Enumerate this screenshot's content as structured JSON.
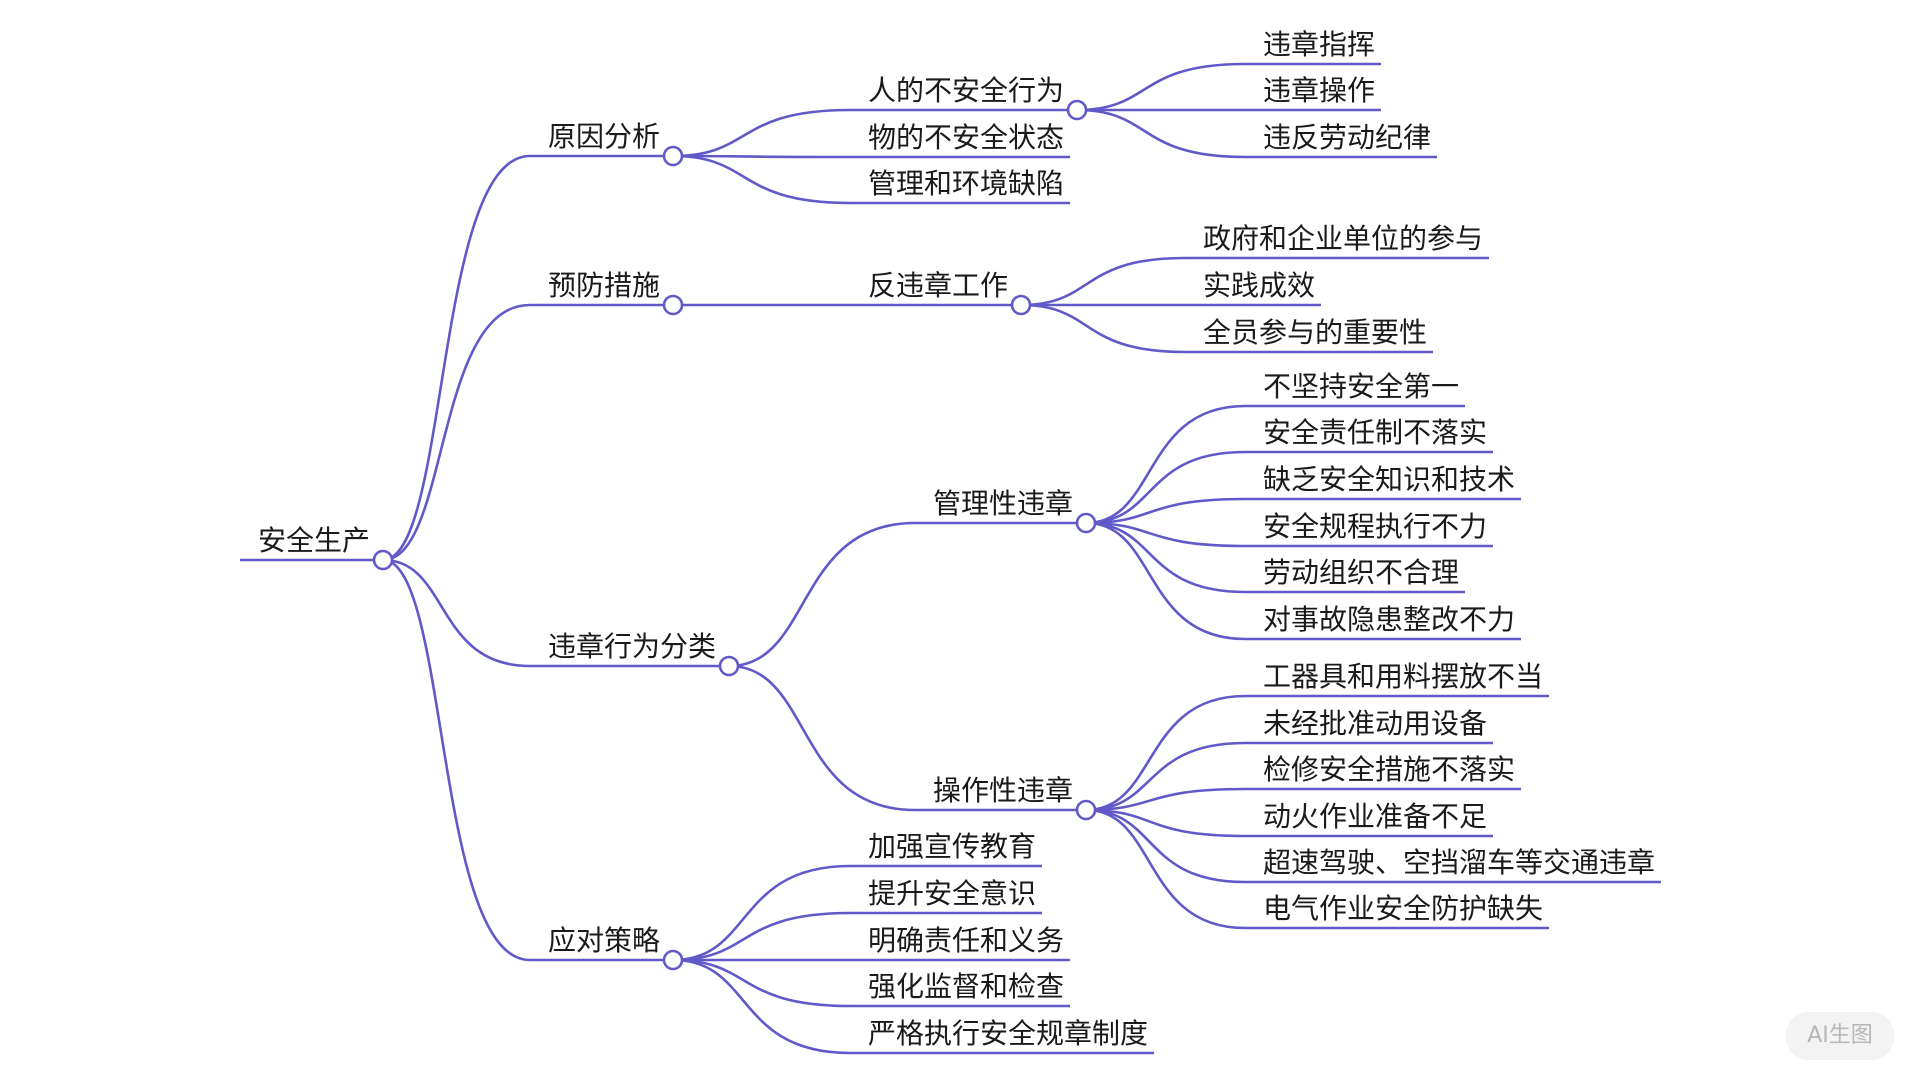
{
  "mindmap": {
    "root": {
      "label": "安全生产",
      "children": [
        {
          "label": "原因分析",
          "children": [
            {
              "label": "人的不安全行为",
              "children": [
                {
                  "label": "违章指挥"
                },
                {
                  "label": "违章操作"
                },
                {
                  "label": "违反劳动纪律"
                }
              ]
            },
            {
              "label": "物的不安全状态"
            },
            {
              "label": "管理和环境缺陷"
            }
          ]
        },
        {
          "label": "预防措施",
          "children": [
            {
              "label": "反违章工作",
              "children": [
                {
                  "label": "政府和企业单位的参与"
                },
                {
                  "label": "实践成效"
                },
                {
                  "label": "全员参与的重要性"
                }
              ]
            }
          ]
        },
        {
          "label": "违章行为分类",
          "children": [
            {
              "label": "管理性违章",
              "children": [
                {
                  "label": "不坚持安全第一"
                },
                {
                  "label": "安全责任制不落实"
                },
                {
                  "label": "缺乏安全知识和技术"
                },
                {
                  "label": "安全规程执行不力"
                },
                {
                  "label": "劳动组织不合理"
                },
                {
                  "label": "对事故隐患整改不力"
                }
              ]
            },
            {
              "label": "操作性违章",
              "children": [
                {
                  "label": "工器具和用料摆放不当"
                },
                {
                  "label": "未经批准动用设备"
                },
                {
                  "label": "检修安全措施不落实"
                },
                {
                  "label": "动火作业准备不足"
                },
                {
                  "label": "超速驾驶、空挡溜车等交通违章"
                },
                {
                  "label": "电气作业安全防护缺失"
                }
              ]
            }
          ]
        },
        {
          "label": "应对策略",
          "children": [
            {
              "label": "加强宣传教育"
            },
            {
              "label": "提升安全意识"
            },
            {
              "label": "明确责任和义务"
            },
            {
              "label": "强化监督和检查"
            },
            {
              "label": "严格执行安全规章制度"
            }
          ]
        }
      ]
    }
  },
  "watermark": "AI生图",
  "colors": {
    "edge": "#6159c8",
    "text": "#1a1a1a"
  }
}
